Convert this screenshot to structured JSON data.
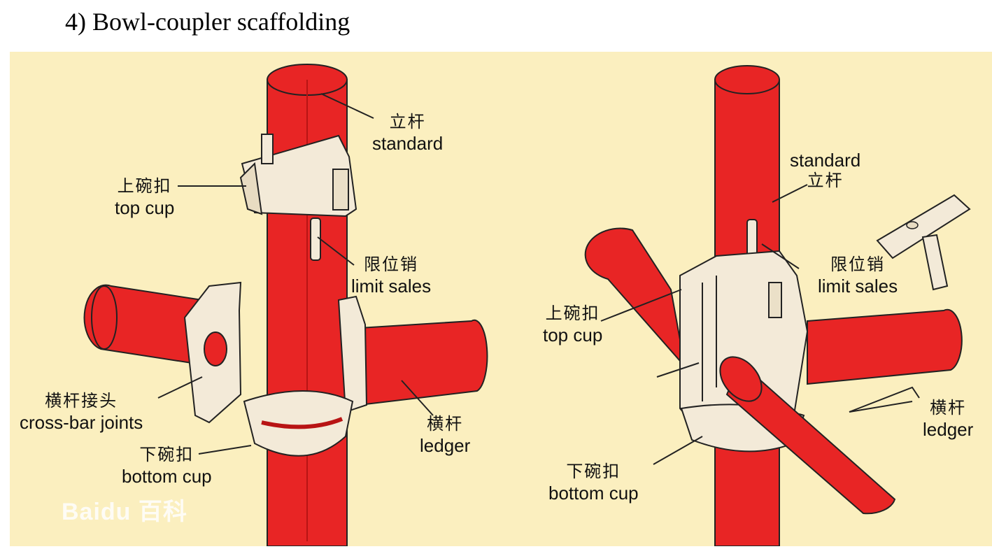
{
  "title": "4)  Bowl-coupler scaffolding",
  "colors": {
    "pipe": "#e82525",
    "fitting": "#f3ead8",
    "background": "#fbefbf"
  },
  "left_diagram": {
    "standard": {
      "cn": "立杆",
      "en": "standard"
    },
    "top_cup": {
      "cn": "上碗扣",
      "en": "top cup"
    },
    "limit_pin": {
      "cn": "限位销",
      "en": "limit sales"
    },
    "cross_bar_joints": {
      "cn": "横杆接头",
      "en": "cross-bar joints"
    },
    "ledger": {
      "cn": "横杆",
      "en": "ledger"
    },
    "bottom_cup": {
      "cn": "下碗扣",
      "en": "bottom cup"
    }
  },
  "right_diagram": {
    "standard": {
      "en": "standard",
      "cn": "立杆"
    },
    "limit_pin": {
      "cn": "限位销",
      "en": "limit sales"
    },
    "top_cup": {
      "cn": "上碗扣",
      "en": "top cup"
    },
    "ledger": {
      "cn": "横杆",
      "en": "ledger"
    },
    "bottom_cup": {
      "cn": "下碗扣",
      "en": "bottom cup"
    }
  },
  "watermark": "Baidu 百科"
}
